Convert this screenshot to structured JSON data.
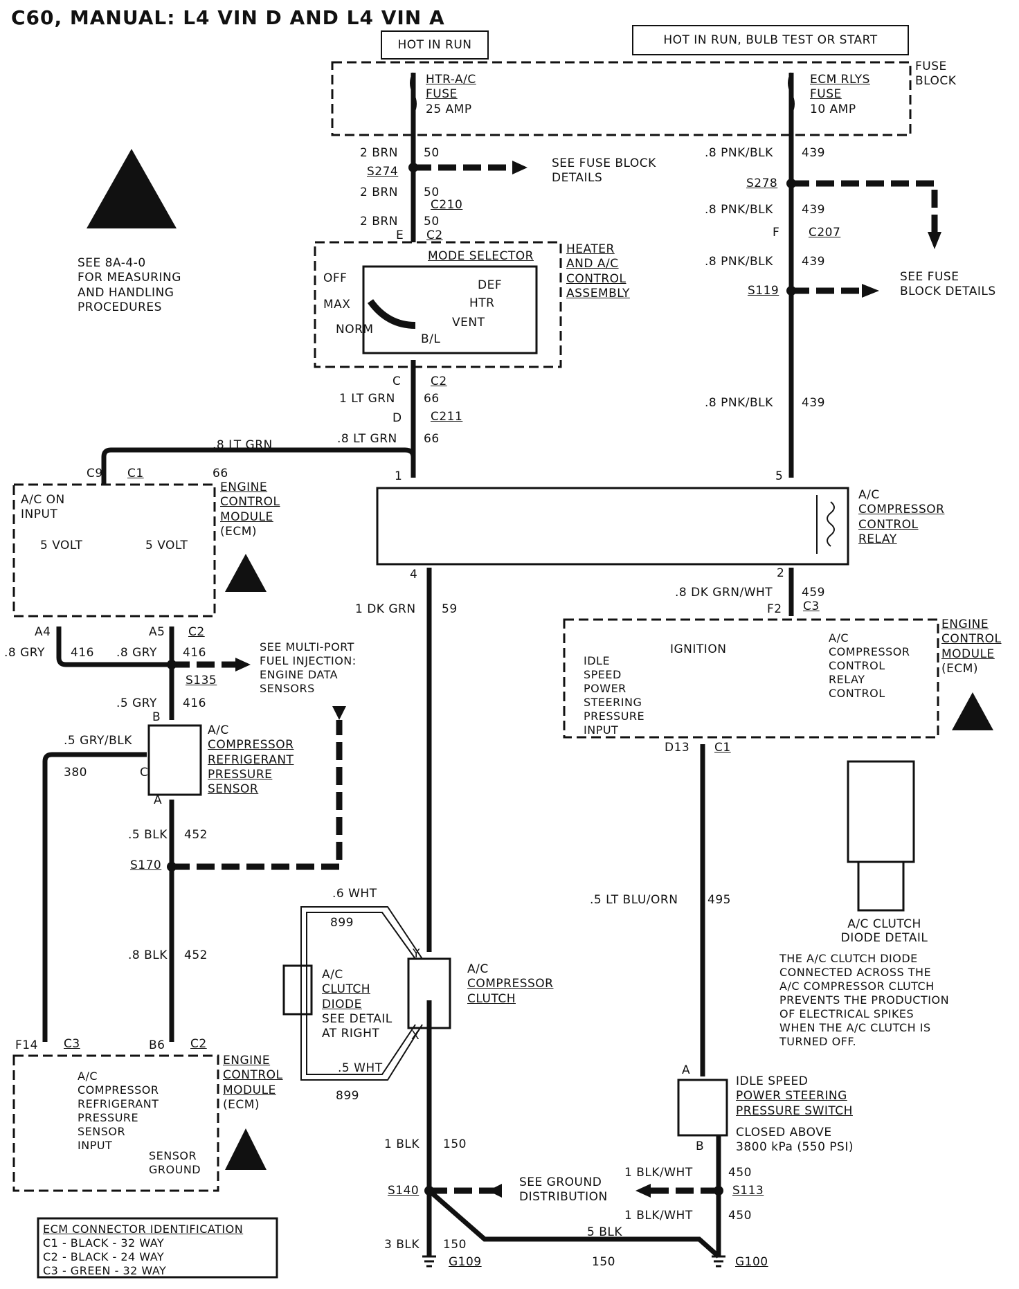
{
  "title": "C60, MANUAL: L4 VIN D AND L4 VIN A",
  "power_labels": {
    "hot_in_run": "HOT IN RUN",
    "hot_in_run_bulb": "HOT IN RUN, BULB TEST OR START"
  },
  "fuse_block": {
    "label": "FUSE BLOCK",
    "fuse1": {
      "name": "HTR-A/C",
      "word": "FUSE",
      "rating": "25 AMP"
    },
    "fuse2": {
      "name": "ECM RLYS",
      "word": "FUSE",
      "rating": "10 AMP"
    }
  },
  "esd_note": [
    "SEE 8A-4-0",
    "FOR MEASURING",
    "AND HANDLING",
    "PROCEDURES"
  ],
  "left_circuit": {
    "w1": "2 BRN",
    "c1": "50",
    "s274": "S274",
    "w2": "2 BRN",
    "c2": "50",
    "c210": "C210",
    "w3": "2 BRN",
    "c3": "50",
    "pinE": "E",
    "c2a": "C2",
    "see_fuse": [
      "SEE FUSE BLOCK",
      "DETAILS"
    ]
  },
  "mode_selector": {
    "title": "MODE SELECTOR",
    "off": "OFF",
    "max": "MAX",
    "norm": "NORM",
    "def": "DEF",
    "htr": "HTR",
    "vent": "VENT",
    "bl": "B/L",
    "assembly": [
      "HEATER",
      "AND A/C",
      "CONTROL",
      "ASSEMBLY"
    ]
  },
  "lower_left": {
    "pinC": "C",
    "c2b": "C2",
    "w4": "1 LT GRN",
    "c4": "66",
    "pinD": "D",
    "c211": "C211",
    "w5": ".8 LT GRN",
    "c5": "66",
    "w6": ".8 LT GRN",
    "c9": "C9",
    "c1a": "C1",
    "c6": "66"
  },
  "right_circuit": {
    "w1": ".8 PNK/BLK",
    "c1": "439",
    "s278": "S278",
    "w2": ".8 PNK/BLK",
    "c2": "439",
    "pinF": "F",
    "c207": "C207",
    "w3": ".8 PNK/BLK",
    "c3": "439",
    "s119": "S119",
    "see_fuse": [
      "SEE FUSE",
      "BLOCK DETAILS"
    ],
    "w4": ".8 PNK/BLK",
    "c4": "439"
  },
  "relay": {
    "label": [
      "A/C",
      "COMPRESSOR",
      "CONTROL",
      "RELAY"
    ],
    "pin1": "1",
    "pin5": "5",
    "pin4": "4",
    "pin2": "2"
  },
  "ecm_top": {
    "ac_on": [
      "A/C ON",
      "INPUT"
    ],
    "v1": "5 VOLT",
    "v2": "5 VOLT",
    "label": [
      "ENGINE",
      "CONTROL",
      "MODULE",
      "(ECM)"
    ]
  },
  "sensor_area": {
    "a4": "A4",
    "a5": "A5",
    "c2": "C2",
    "w1": ".8 GRY",
    "c1": "416",
    "w2": ".8 GRY",
    "c2n": "416",
    "s135": "S135",
    "see_mpfi": [
      "SEE MULTI-PORT",
      "FUEL INJECTION:",
      "ENGINE DATA",
      "SENSORS"
    ],
    "w3": ".5 GRY",
    "c3": "416",
    "pinB": "B",
    "w4": ".5 GRY/BLK",
    "c4": "380",
    "pinC": "C",
    "pinA": "A",
    "sensor": [
      "A/C",
      "COMPRESSOR",
      "REFRIGERANT",
      "PRESSURE",
      "SENSOR"
    ],
    "w5": ".5 BLK",
    "c5": "452",
    "s170": "S170",
    "w6": ".8 BLK",
    "c6": "452"
  },
  "middle": {
    "w1": "1 DK GRN",
    "c1": "59",
    "w2": ".6 WHT",
    "c2": "899",
    "diode": [
      "A/C",
      "CLUTCH",
      "DIODE",
      "SEE DETAIL",
      "AT RIGHT"
    ],
    "w3": ".5 WHT",
    "c3": "899",
    "pinY": "Y",
    "pinX": "X",
    "clutch": [
      "A/C",
      "COMPRESSOR",
      "CLUTCH"
    ]
  },
  "ecm_right": {
    "w1": ".8 DK GRN/WHT",
    "c1": "459",
    "f2": "F2",
    "c3": "C3",
    "ignition": "IGNITION",
    "idle": [
      "IDLE",
      "SPEED",
      "POWER",
      "STEERING",
      "PRESSURE",
      "INPUT"
    ],
    "relay_ctrl": [
      "A/C",
      "COMPRESSOR",
      "CONTROL",
      "RELAY",
      "CONTROL"
    ],
    "label": [
      "ENGINE",
      "CONTROL",
      "MODULE",
      "(ECM)"
    ],
    "d13": "D13",
    "c1c": "C1"
  },
  "right_lower": {
    "w1": ".5 LT BLU/ORN",
    "c1": "495",
    "diode_detail": "A/C CLUTCH DIODE DETAIL",
    "note": [
      "THE A/C CLUTCH DIODE",
      "CONNECTED ACROSS THE",
      "A/C COMPRESSOR CLUTCH",
      "PREVENTS THE PRODUCTION",
      "OF ELECTRICAL SPIKES",
      "WHEN THE A/C CLUTCH IS",
      "TURNED OFF."
    ],
    "pinA": "A",
    "pinB": "B",
    "switch": [
      "IDLE SPEED",
      "POWER STEERING",
      "PRESSURE SWITCH"
    ],
    "closed": [
      "CLOSED ABOVE",
      "3800 kPa (550 PSI)"
    ]
  },
  "ecm_bottom": {
    "f14": "F14",
    "c3": "C3",
    "b6": "B6",
    "c2": "C2",
    "input": [
      "A/C",
      "COMPRESSOR",
      "REFRIGERANT",
      "PRESSURE",
      "SENSOR",
      "INPUT"
    ],
    "ground": [
      "SENSOR",
      "GROUND"
    ],
    "label": [
      "ENGINE",
      "CONTROL",
      "MODULE",
      "(ECM)"
    ]
  },
  "grounds": {
    "w1": "1 BLK",
    "c1": "150",
    "s140": "S140",
    "see_ground": [
      "SEE GROUND",
      "DISTRIBUTION"
    ],
    "w2": "1 BLK/WHT",
    "c2": "450",
    "s113": "S113",
    "w3": "1 BLK/WHT",
    "c3": "450",
    "w4": "5 BLK",
    "w5": "3 BLK",
    "c5": "150",
    "g109": "G109",
    "c6": "150",
    "g100": "G100"
  },
  "connector_id": {
    "title": "ECM CONNECTOR IDENTIFICATION",
    "rows": [
      "C1 - BLACK - 32 WAY",
      "C2 - BLACK - 24 WAY",
      "C3 - GREEN - 32 WAY"
    ]
  }
}
